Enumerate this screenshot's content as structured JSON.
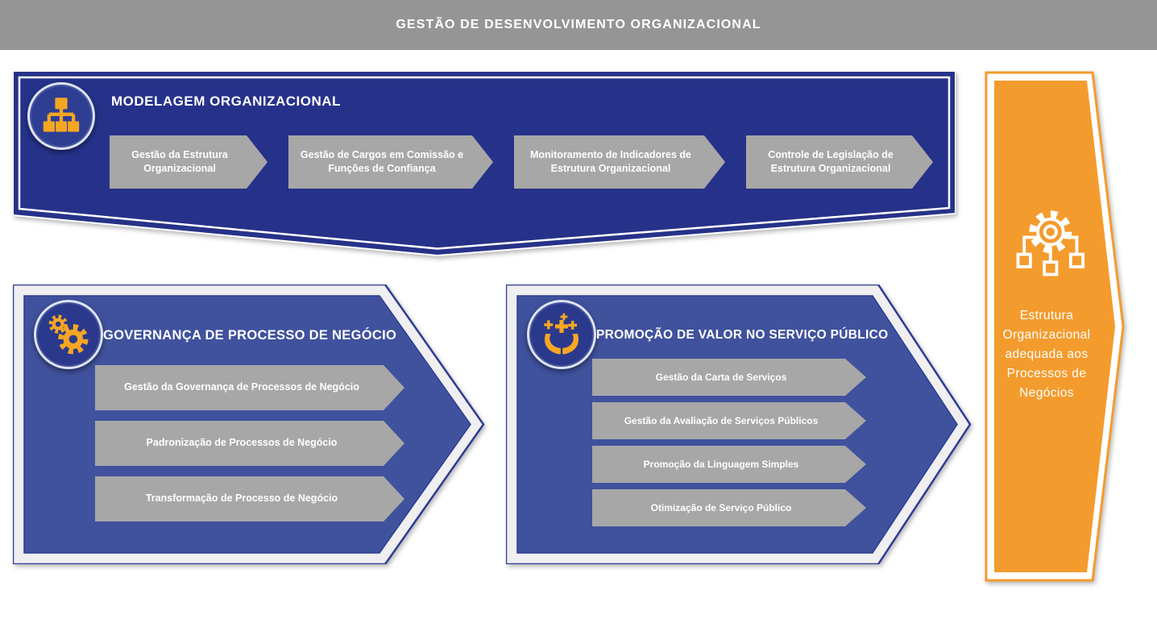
{
  "header": {
    "title": "GESTÃO DE DESENVOLVIMENTO ORGANIZACIONAL"
  },
  "banner": {
    "title": "MODELAGEM ORGANIZACIONAL",
    "icon": "org-chart-icon",
    "items": [
      "Gestão da Estrutura Organizacional",
      "Gestão de Cargos em Comissão e Funções de Confiança",
      "Monitoramento de Indicadores de Estrutura Organizacional",
      "Controle de Legislação de Estrutura Organizacional"
    ]
  },
  "panels": [
    {
      "title": "GOVERNANÇA DE PROCESSO DE NEGÓCIO",
      "icon": "gears-icon",
      "items": [
        "Gestão da Governança de Processos de Negócio",
        "Padronização de Processos de Negócio",
        "Transformação de Processo de Negócio"
      ]
    },
    {
      "title": "PROMOÇÃO DE VALOR NO SERVIÇO PÚBLICO",
      "icon": "hands-sparkles-icon",
      "items": [
        "Gestão da Carta de Serviços",
        "Gestão da Avaliação de Serviços Públicos",
        "Promoção da Linguagem Simples",
        "Otimização de Serviço Público"
      ]
    }
  ],
  "outcome": {
    "icon": "gear-org-chart-icon",
    "text": "Estrutura Organizacional adequada aos Processos de Negócios"
  },
  "colors": {
    "header-gray": "#959595",
    "navy": "#263289",
    "panel-blue": "#40529D",
    "panel-border": "#2C3C92",
    "panel-outer": "#EFEFF1",
    "chevron-gray": "#A7A7A7",
    "orange": "#F49B2D",
    "icon-orange": "#F5A623"
  }
}
